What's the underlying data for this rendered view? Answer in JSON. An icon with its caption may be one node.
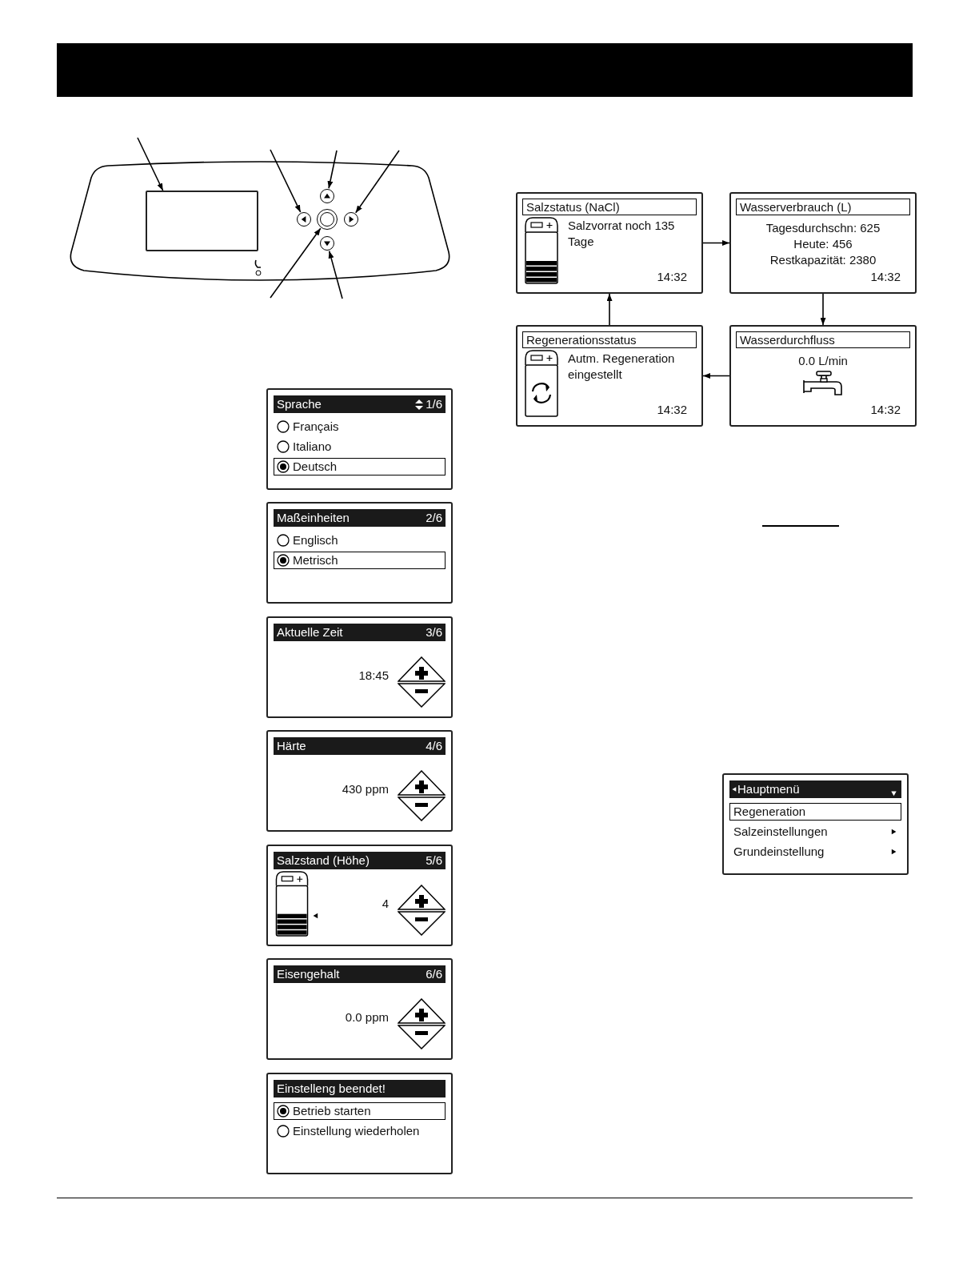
{
  "diagram": {
    "nodes": [
      {
        "text": [],
        "shape": "box"
      },
      {
        "text": [],
        "shape": "circle"
      },
      {
        "text": [],
        "shape": "circle"
      },
      {
        "text": [],
        "shape": "circle"
      },
      {
        "text": [],
        "shape": "circle"
      },
      {
        "text": [],
        "shape": "circle"
      },
      {
        "text": [
          "Salzstatus (NaCl)",
          "Salzvorrat noch 135 Tage",
          "14:32"
        ]
      },
      {
        "text": [
          "Wasserverbrauch (L)",
          "Tagesdurchschn: 625",
          "Heute: 456",
          "Restkapazität: 2380",
          "14:32"
        ]
      },
      {
        "text": [
          "Regenerationsstatus",
          "Autm. Regeneration eingestellt",
          "14:32"
        ]
      },
      {
        "text": [
          "Wasserdurchfluss",
          "0.0 L/min",
          "14:32"
        ]
      },
      {
        "text": [
          "Sprache",
          "1/6",
          "Français",
          "Italiano",
          "Deutsch"
        ]
      },
      {
        "text": [
          "Maßeinheiten",
          "2/6",
          "Englisch",
          "Metrisch"
        ]
      },
      {
        "text": [
          "Aktuelle Zeit",
          "3/6",
          "18:45"
        ]
      },
      {
        "text": [
          "Härte",
          "4/6",
          "430 ppm"
        ]
      },
      {
        "text": [
          "Salzstand (Höhe)",
          "5/6",
          "4"
        ]
      },
      {
        "text": [
          "Eisengehalt",
          "6/6",
          "0.0 ppm"
        ]
      },
      {
        "text": [
          "Einstelleng beendet!",
          "Betrieb starten",
          "Einstellung wiederholen"
        ]
      },
      {
        "text": [
          "Hauptmenü",
          "Regeneration",
          "Salzeinstellungen",
          "Grundeinstellung"
        ]
      }
    ],
    "edges": [
      {
        "from": null,
        "to": 0,
        "arrow": "to"
      },
      {
        "from": null,
        "to": 1,
        "arrow": "to"
      },
      {
        "from": null,
        "to": 2,
        "arrow": "to"
      },
      {
        "from": null,
        "to": 3,
        "arrow": "to"
      },
      {
        "from": null,
        "to": 4,
        "arrow": "to"
      },
      {
        "from": null,
        "to": 5,
        "arrow": "to"
      },
      {
        "from": 6,
        "to": 7,
        "arrow": "to"
      },
      {
        "from": 7,
        "to": 9,
        "arrow": "to"
      },
      {
        "from": 9,
        "to": 8,
        "arrow": "to"
      },
      {
        "from": 8,
        "to": 6,
        "arrow": "to"
      }
    ]
  }
}
